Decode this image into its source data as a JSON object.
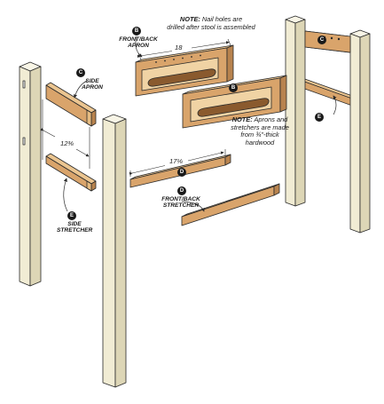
{
  "labels": {
    "front_back_apron": "FRONT/BACK APRON",
    "side_apron": "SIDE APRON",
    "side_stretcher": "SIDE STRETCHER",
    "front_back_stretcher": "FRONT/BACK STRETCHER"
  },
  "part_letters": {
    "b": "B",
    "c": "C",
    "d": "D",
    "e": "E"
  },
  "notes": {
    "nail_holes_prefix": "NOTE:",
    "nail_holes_line1": "Nail holes are",
    "nail_holes_line2": "drilled after stool is assembled",
    "aprons_prefix": "NOTE:",
    "aprons_line1": "Aprons and",
    "aprons_line2": "stretchers are made",
    "aprons_line3": "from ¾\"-thick",
    "aprons_line4": "hardwood"
  },
  "dimensions": {
    "apron_length": "18",
    "side_length": "12⅜",
    "stretcher_length": "17⅛"
  },
  "colors": {
    "leg": "#f1ecd4",
    "leg_shade": "#ddd6b6",
    "wood": "#d9a46b",
    "wood_top": "#ebc590",
    "wood_dark": "#b8834e",
    "outline": "#2a2a2a"
  }
}
